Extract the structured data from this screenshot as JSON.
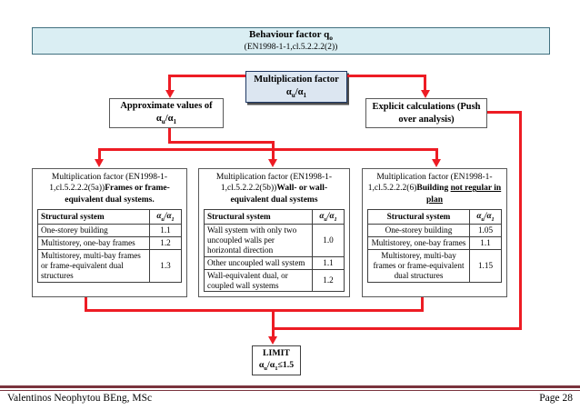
{
  "colors": {
    "connector_red": "#ed1c24",
    "top_box_fill": "#daeef3",
    "multiplication_box_fill": "#dce6f1",
    "box_border_grey": "#595959",
    "footer_rule_maroon": "#7a333d"
  },
  "header_box": {
    "title": "Behaviour factor q_o_",
    "subtitle": "(EN1998-1-1,cl.5.2.2.2(2))"
  },
  "multiplication_box": {
    "line1": "Multiplication factor",
    "line2": "α_u_/α_1_"
  },
  "approx_box": {
    "line1": "Approximate values of",
    "line2": "α_u_/α_1_"
  },
  "explicit_box": {
    "text": "Explicit calculations (Push over analysis)"
  },
  "tables": {
    "frames": {
      "title_normal": "Multiplication factor (EN1998-1-1,cl.5.2.2.2(5a))",
      "title_bold": "Frames or frame-equivalent dual systems.",
      "header": [
        "Structural system",
        "α_u_/α_1_"
      ],
      "rows": [
        [
          "One-storey building",
          "1.1"
        ],
        [
          "Multistorey, one-bay frames",
          "1.2"
        ],
        [
          "Multistorey, multi-bay frames or frame-equivalent dual structures",
          "1.3"
        ]
      ]
    },
    "walls": {
      "title_normal": "Multiplication factor (EN1998-1-1,cl.5.2.2.2(5b))",
      "title_bold": "Wall- or wall-equivalent dual systems",
      "header": [
        "Structural system",
        "α_u_/α_1_"
      ],
      "rows": [
        [
          "Wall system with only two uncoupled walls per horizontal direction",
          "1.0"
        ],
        [
          "Other uncoupled wall system",
          "1.1"
        ],
        [
          "Wall-equivalent dual, or coupled wall systems",
          "1.2"
        ]
      ]
    },
    "irregular": {
      "title_normal": "Multiplication factor (EN1998-1-1,cl.5.2.2.2(6)",
      "title_bold": "Building ",
      "title_underline": "not regular in plan",
      "header": [
        "Structural system",
        "α_u_/α_1_"
      ],
      "rows": [
        [
          "One-storey building",
          "1.05"
        ],
        [
          "Multistorey, one-bay frames",
          "1.1"
        ],
        [
          "Multistorey, multi-bay frames or frame-equivalent dual structures",
          "1.15"
        ]
      ]
    }
  },
  "limit_box": {
    "line1": "LIMIT",
    "line2": "α_u_/α_1_≤1.5"
  },
  "footer": {
    "left": "Valentinos Neophytou BEng, MSc",
    "right": "Page 28"
  }
}
